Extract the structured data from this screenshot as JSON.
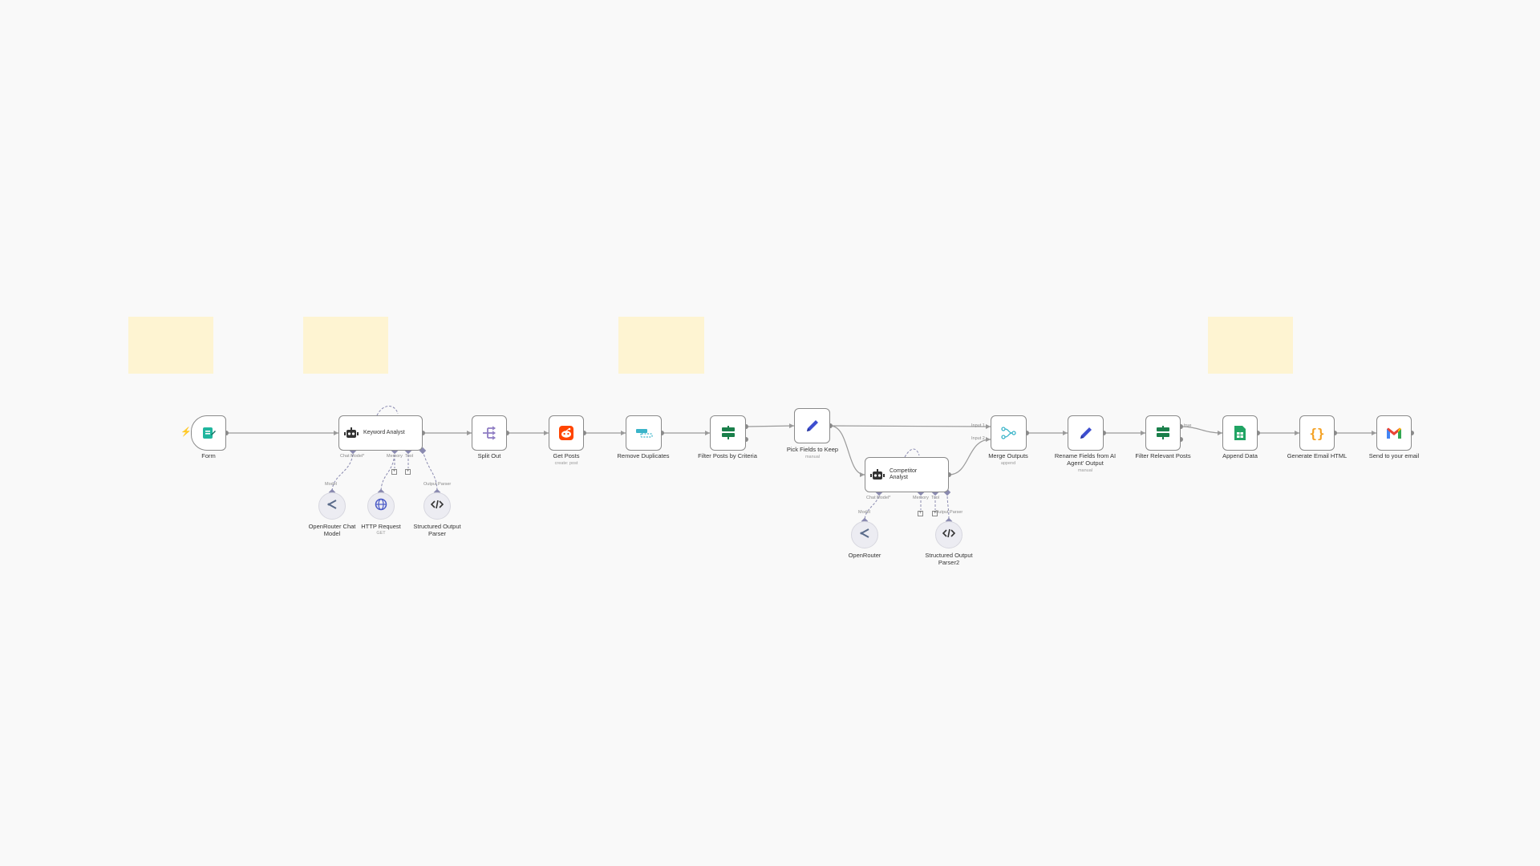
{
  "nodes": {
    "form": {
      "label": "Form",
      "icon": "form-icon",
      "color": "#20b69e"
    },
    "keyword_analyst": {
      "label": "Keyword Analyst",
      "icon": "robot-icon"
    },
    "split_out": {
      "label": "Split Out",
      "icon": "split-icon",
      "color": "#8e7cc3"
    },
    "get_posts": {
      "label": "Get Posts",
      "sub": "create: post",
      "icon": "reddit-icon",
      "color": "#ff4500"
    },
    "remove_duplicates": {
      "label": "Remove Duplicates",
      "icon": "dedupe-icon",
      "color": "#3ab4c9"
    },
    "filter_posts": {
      "label": "Filter Posts by Criteria",
      "icon": "filter-icon",
      "color": "#1a7f4b"
    },
    "pick_fields": {
      "label": "Pick Fields to Keep",
      "sub": "manual",
      "icon": "pencil-icon",
      "color": "#3d4ecf"
    },
    "competitor_analyst": {
      "label1": "Competitor",
      "label2": "Analyst",
      "icon": "robot-icon"
    },
    "merge_outputs": {
      "label": "Merge Outputs",
      "sub": "append",
      "icon": "merge-icon",
      "color": "#3ab4c9",
      "input1": "Input 1",
      "input2": "Input 2"
    },
    "rename_fields": {
      "label1": "Rename Fields from AI",
      "label2": "Agent' Output",
      "sub": "manual",
      "icon": "pencil-icon",
      "color": "#3d4ecf"
    },
    "filter_relevant": {
      "label": "Filter Relevant Posts",
      "icon": "filter-icon",
      "color": "#1a7f4b"
    },
    "append_data": {
      "label": "Append Data",
      "icon": "google-sheets-icon",
      "color": "#21a464"
    },
    "generate_html": {
      "label": "Generate Email HTML",
      "icon": "code-braces-icon",
      "color": "#f4a020",
      "glyph": "{}"
    },
    "send_email": {
      "label": "Send to your email",
      "icon": "gmail-icon"
    }
  },
  "subnodes": {
    "openrouter_chat": {
      "label1": "OpenRouter Chat",
      "label2": "Model",
      "icon": "openrouter-icon"
    },
    "http_request": {
      "label": "HTTP Request",
      "sub": "GET",
      "icon": "globe-icon"
    },
    "structured_parser": {
      "label1": "Structured Output",
      "label2": "Parser",
      "icon": "code-icon"
    },
    "openrouter": {
      "label": "OpenRouter",
      "icon": "openrouter-icon"
    },
    "structured_parser2": {
      "label1": "Structured Output",
      "label2": "Parser2",
      "icon": "code-icon"
    }
  },
  "ports": {
    "chat_model": "Chat Model*",
    "memory": "Memory",
    "tool": "Tool",
    "model": "Model",
    "output_parser": "Output Parser",
    "true": "true"
  },
  "colors": {
    "sticky": "#fef4d2",
    "edge": "#9a9a9a",
    "trigger_bolt": "#ef5350",
    "subnode_bg": "#ececf2"
  }
}
